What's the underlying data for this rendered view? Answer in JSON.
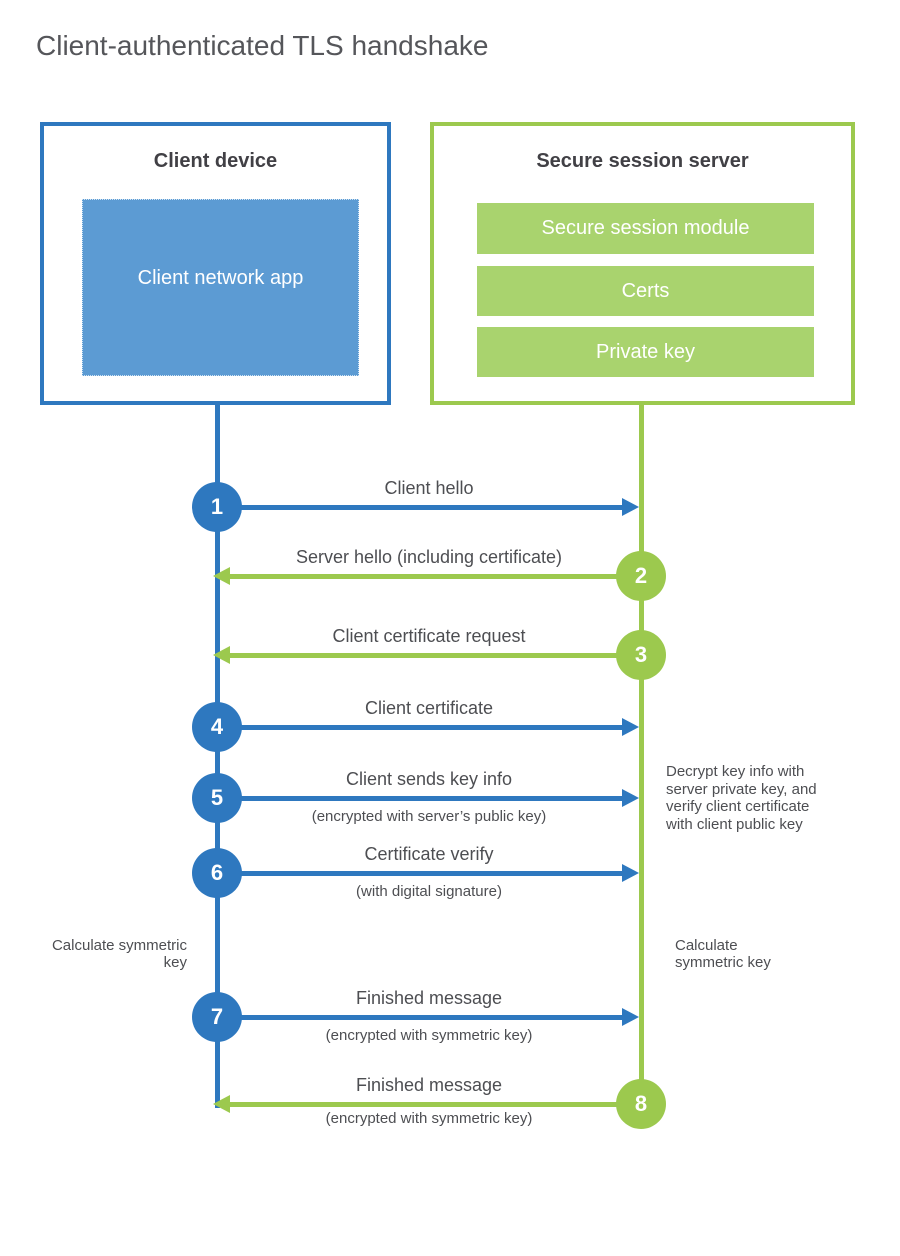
{
  "title": "Client-authenticated TLS handshake",
  "colors": {
    "blue": "#2e78bf",
    "blue_fill": "#5c9bd3",
    "green": "#9cc94e",
    "green_fill": "#a9d36e",
    "heading_text": "#414045",
    "label_text": "#4d4e52",
    "title_text": "#55565a"
  },
  "client_box": {
    "heading": "Client device",
    "app_label": "Client network app"
  },
  "server_box": {
    "heading": "Secure session server",
    "modules": [
      {
        "label": "Secure session module"
      },
      {
        "label": "Certs"
      },
      {
        "label": "Private key"
      }
    ]
  },
  "messages": [
    {
      "num": "1",
      "label": "Client hello",
      "sublabel": "",
      "direction": "right",
      "color": "blue"
    },
    {
      "num": "2",
      "label": "Server hello (including certificate)",
      "sublabel": "",
      "direction": "left",
      "color": "green"
    },
    {
      "num": "3",
      "label": "Client certificate request",
      "sublabel": "",
      "direction": "left",
      "color": "green"
    },
    {
      "num": "4",
      "label": "Client certificate",
      "sublabel": "",
      "direction": "right",
      "color": "blue"
    },
    {
      "num": "5",
      "label": "Client sends key info",
      "sublabel": "(encrypted with server’s public key)",
      "direction": "right",
      "color": "blue"
    },
    {
      "num": "6",
      "label": "Certificate verify",
      "sublabel": "(with digital signature)",
      "direction": "right",
      "color": "blue"
    },
    {
      "num": "7",
      "label": "Finished message",
      "sublabel": "(encrypted with symmetric key)",
      "direction": "right",
      "color": "blue"
    },
    {
      "num": "8",
      "label": "Finished message",
      "sublabel": "(encrypted with symmetric key)",
      "direction": "left",
      "color": "green"
    }
  ],
  "annotations": {
    "decrypt_note": "Decrypt key info with server private key, and verify client certificate with client public key",
    "calculate_left": "Calculate symmetric key",
    "calculate_right": "Calculate symmetric key"
  }
}
